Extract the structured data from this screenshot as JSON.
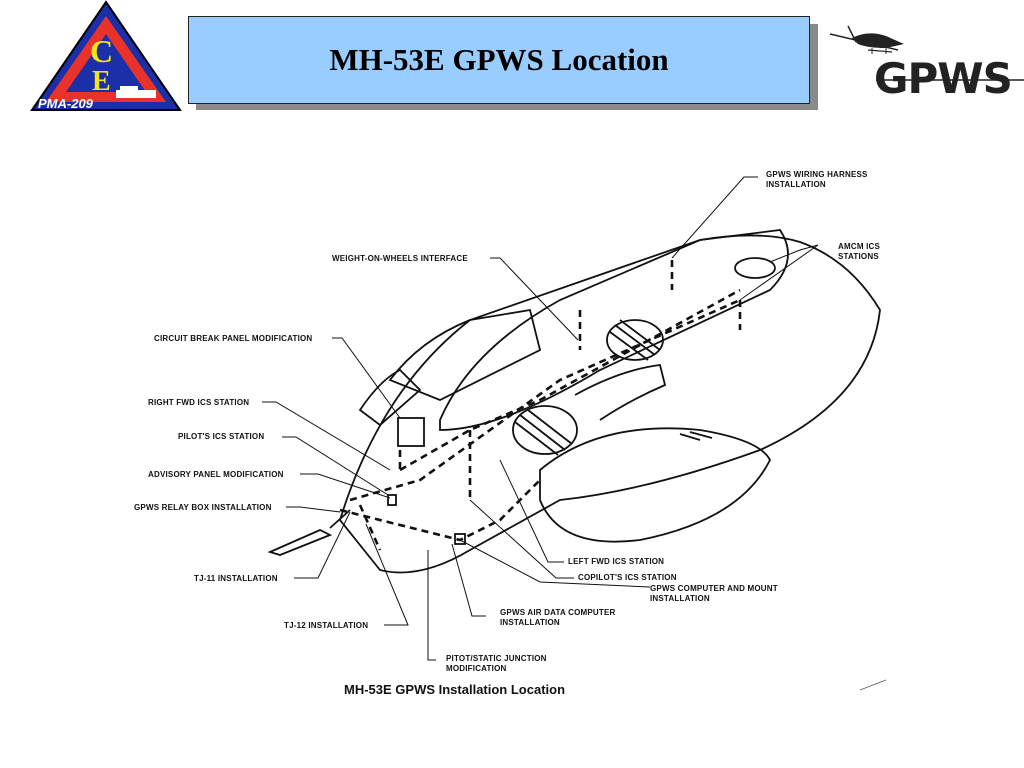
{
  "header": {
    "title": "MH-53E GPWS Location",
    "logo_text": "PMA-209",
    "brand_text": "GPWS"
  },
  "colors": {
    "title_box": "#99ccff",
    "logo_red": "#e8322a",
    "logo_blue": "#1a2fa8",
    "logo_yellow": "#f4e21c"
  },
  "diagram": {
    "labels": {
      "wiring_harness": [
        "GPWS WIRING HARNESS",
        "INSTALLATION"
      ],
      "amcm_ics": [
        "AMCM ICS",
        "STATIONS"
      ],
      "weight_on_wheels": "WEIGHT-ON-WHEELS INTERFACE",
      "circuit_break": "CIRCUIT BREAK PANEL MODIFICATION",
      "right_fwd_ics": "RIGHT FWD ICS STATION",
      "pilots_ics": "PILOT'S ICS STATION",
      "advisory_panel": "ADVISORY PANEL MODIFICATION",
      "relay_box": "GPWS RELAY BOX INSTALLATION",
      "tj11": "TJ-11 INSTALLATION",
      "tj12": "TJ-12 INSTALLATION",
      "pitot_static": [
        "PITOT/STATIC JUNCTION",
        "MODIFICATION"
      ],
      "air_data_computer": [
        "GPWS AIR DATA COMPUTER",
        "INSTALLATION"
      ],
      "computer_mount": [
        "GPWS COMPUTER AND MOUNT",
        "INSTALLATION"
      ],
      "copilots_ics": "COPILOT'S ICS STATION",
      "left_fwd_ics": "LEFT FWD ICS STATION"
    },
    "caption": "MH-53E GPWS Installation Location"
  }
}
